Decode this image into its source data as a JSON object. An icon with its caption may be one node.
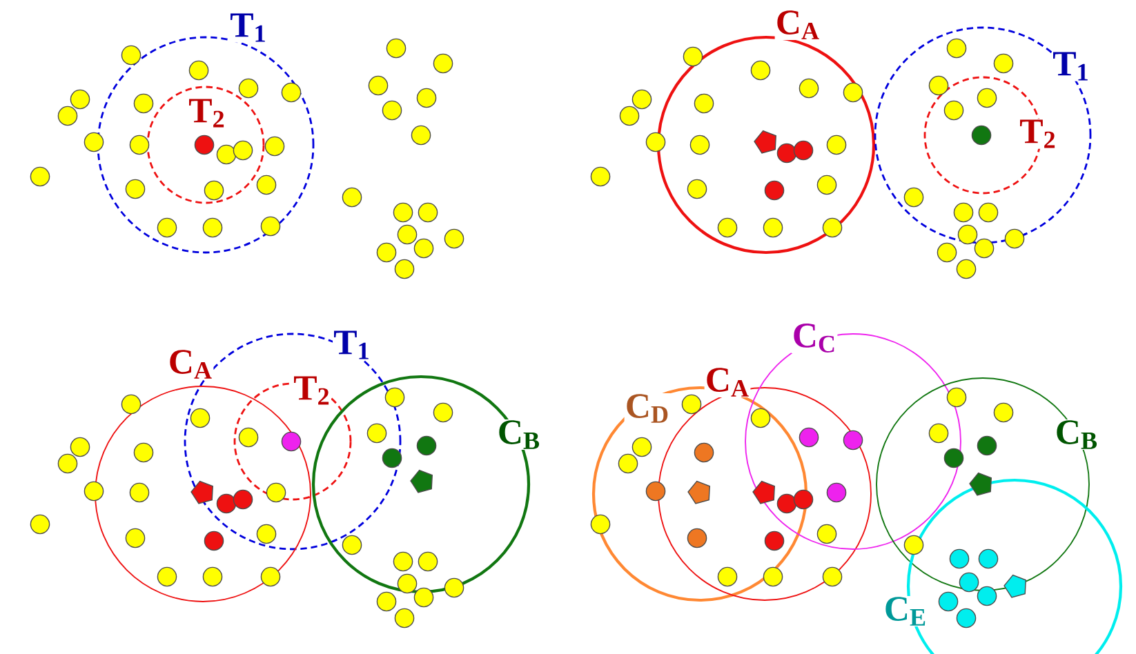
{
  "diagram": {
    "nodes": [
      {
        "text": [
          "T$_{1}$"
        ]
      },
      {
        "text": [
          "T$_{2}$"
        ],
        "in": 0
      },
      {
        "text": [
          "C$_{A}$"
        ]
      },
      {
        "text": [
          "T$_{1}$"
        ]
      },
      {
        "text": [
          "T$_{2}$"
        ],
        "in": 3
      },
      {
        "text": [
          "T$_{1}$"
        ]
      },
      {
        "text": [
          "T$_{2}$"
        ],
        "in": 5
      },
      {
        "text": [
          "C$_{A}$"
        ]
      },
      {
        "text": [
          "C$_{B}$"
        ]
      },
      {
        "text": [
          "C$_{D}$"
        ]
      },
      {
        "text": [
          "C$_{A}$"
        ]
      },
      {
        "text": [
          "C$_{C}$"
        ]
      },
      {
        "text": [
          "C$_{B}$"
        ]
      },
      {
        "text": [
          "C$_{E}$"
        ]
      }
    ]
  }
}
